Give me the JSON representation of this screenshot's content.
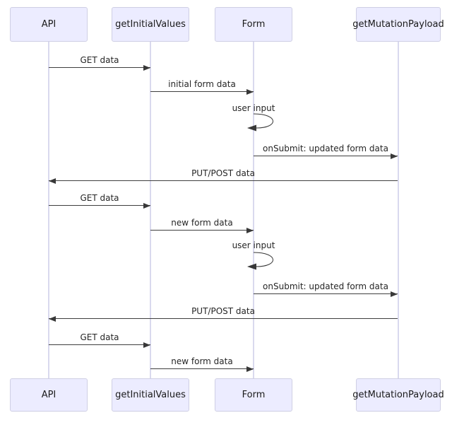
{
  "diagram": {
    "type": "sequence-diagram",
    "background": "#ffffff",
    "actors": [
      {
        "name": "API"
      },
      {
        "name": "getInitialValues"
      },
      {
        "name": "Form"
      },
      {
        "name": "getMutationPayload"
      }
    ],
    "messages": [
      {
        "label": "GET data",
        "from": "API",
        "to": "getInitialValues",
        "arrow": "solid-right"
      },
      {
        "label": "initial form data",
        "from": "getInitialValues",
        "to": "Form",
        "arrow": "solid-right"
      },
      {
        "label": "user input",
        "from": "Form",
        "to": "Form",
        "arrow": "self-loop"
      },
      {
        "label": "onSubmit: updated form data",
        "from": "Form",
        "to": "getMutationPayload",
        "arrow": "solid-right"
      },
      {
        "label": "PUT/POST data",
        "from": "getMutationPayload",
        "to": "API",
        "arrow": "solid-left"
      },
      {
        "label": "GET data",
        "from": "API",
        "to": "getInitialValues",
        "arrow": "solid-right"
      },
      {
        "label": "new form data",
        "from": "getInitialValues",
        "to": "Form",
        "arrow": "solid-right"
      },
      {
        "label": "user input",
        "from": "Form",
        "to": "Form",
        "arrow": "self-loop"
      },
      {
        "label": "onSubmit: updated form data",
        "from": "Form",
        "to": "getMutationPayload",
        "arrow": "solid-right"
      },
      {
        "label": "PUT/POST data",
        "from": "getMutationPayload",
        "to": "API",
        "arrow": "solid-left"
      },
      {
        "label": "GET data",
        "from": "API",
        "to": "getInitialValues",
        "arrow": "solid-right"
      },
      {
        "label": "new form data",
        "from": "getInitialValues",
        "to": "Form",
        "arrow": "solid-right"
      }
    ],
    "colors": {
      "actor_fill": "#ECECFF",
      "actor_border": "#cfcfe4",
      "lifeline": "#d9d9ee",
      "arrow": "#383838",
      "text": "#262626"
    }
  }
}
